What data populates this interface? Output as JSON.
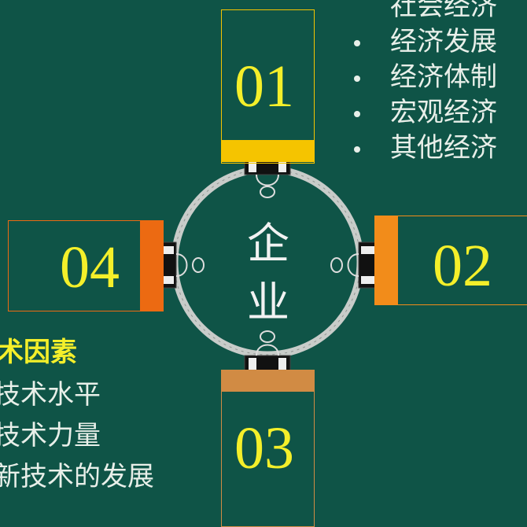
{
  "center": {
    "char1": "企",
    "char2": "业"
  },
  "boxes": {
    "top": "01",
    "right": "02",
    "bottom": "03",
    "left": "04"
  },
  "top_right_list": {
    "partial_top": "社会经济",
    "items": [
      "经济发展",
      "经济体制",
      "宏观经济",
      "其他经济"
    ]
  },
  "left_list": {
    "heading": "术因素",
    "items": [
      "技术水平",
      "技术力量",
      "新技术的发展"
    ]
  },
  "colors": {
    "background": "#0f5447",
    "box_top_accent": "#f5c400",
    "box_right_accent": "#f28c1a",
    "box_bottom_accent": "#d18b44",
    "box_left_accent": "#ec6a12",
    "number_color": "#f4ef2a",
    "ring_color": "#c8ccc9"
  }
}
